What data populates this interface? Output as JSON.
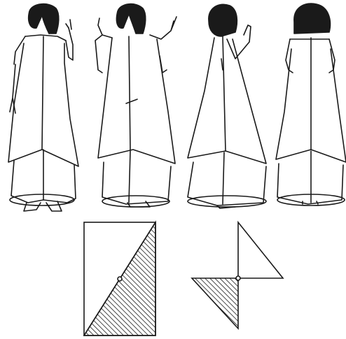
{
  "figure": {
    "figures_row": [
      {
        "id": "figure-front",
        "view": "front"
      },
      {
        "id": "figure-three-quarter",
        "view": "three-quarter"
      },
      {
        "id": "figure-side",
        "view": "side"
      },
      {
        "id": "figure-back",
        "view": "back"
      }
    ],
    "pattern_diagrams": [
      {
        "id": "pattern-rectangle",
        "shape": "rectangle-diagonal-split"
      },
      {
        "id": "pattern-triangles",
        "shape": "two-triangles-corner"
      }
    ],
    "colors": {
      "ink": "#1a1a1a",
      "paper": "#ffffff"
    }
  }
}
